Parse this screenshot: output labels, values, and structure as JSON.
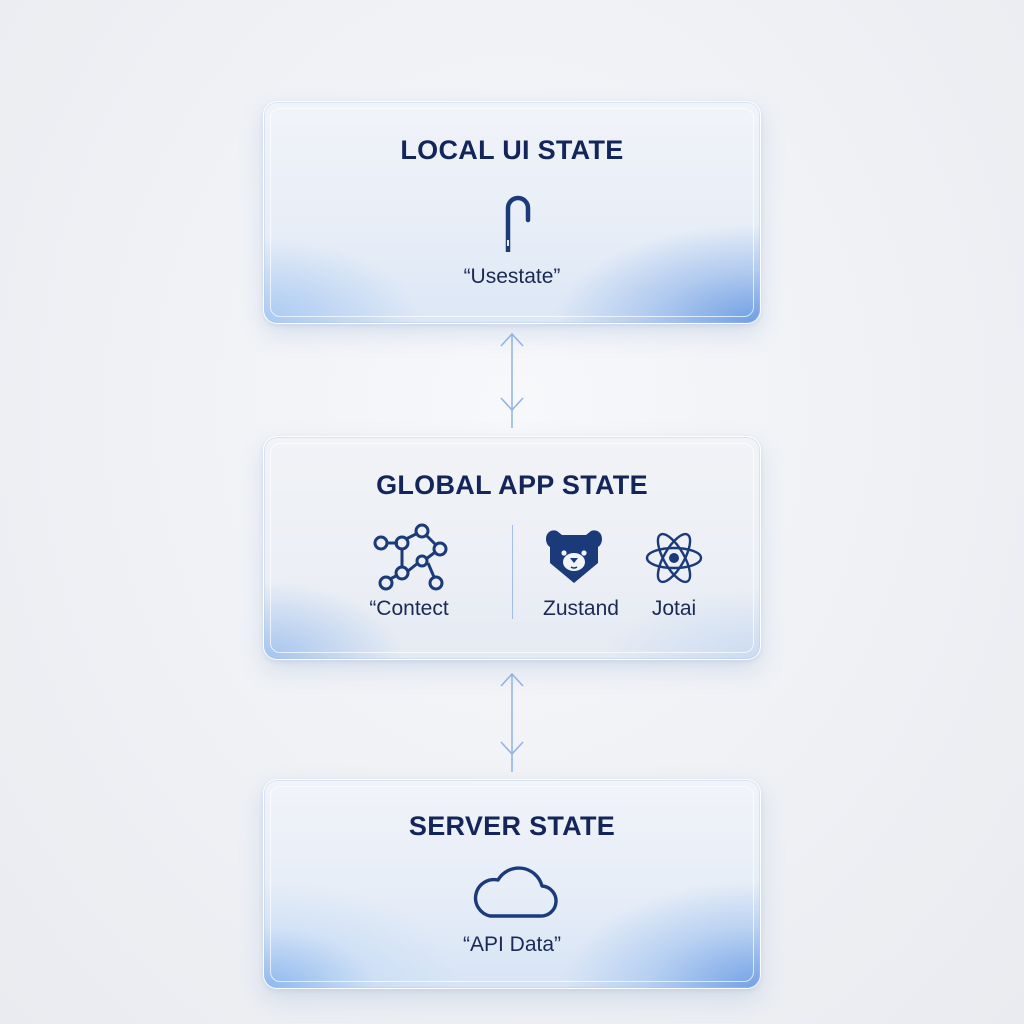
{
  "layers": {
    "local": {
      "title": "LOCAL UI STATE",
      "icon": "hook-icon",
      "caption": "“Usestate”"
    },
    "global": {
      "title": "GLOBAL APP STATE",
      "tools": [
        {
          "label": "“Contect",
          "icon": "graph-network-icon"
        },
        {
          "label": "Zustand",
          "icon": "bear-icon"
        },
        {
          "label": "Jotai",
          "icon": "atom-icon"
        }
      ]
    },
    "server": {
      "title": "SERVER STATE",
      "icon": "cloud-icon",
      "caption": "“API Data”"
    }
  },
  "connectors": [
    {
      "from": "LOCAL UI STATE",
      "to": "GLOBAL APP STATE",
      "direction": "bidirectional"
    },
    {
      "from": "GLOBAL APP STATE",
      "to": "SERVER STATE",
      "direction": "bidirectional"
    }
  ],
  "colors": {
    "text": "#14255a",
    "accent_blue": "#5a91e1",
    "connector": "#8fb3e3",
    "background": "#eef0f4"
  }
}
